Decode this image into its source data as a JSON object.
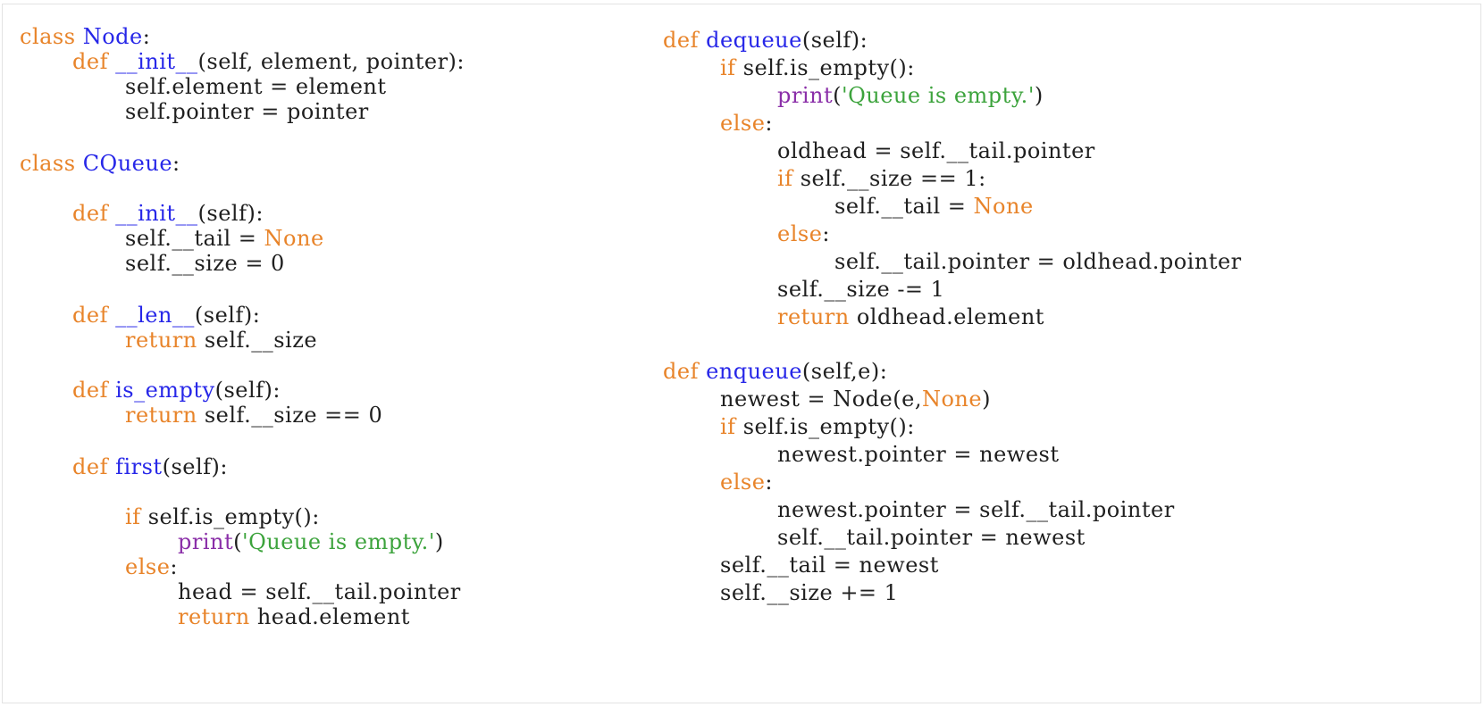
{
  "colors": {
    "keyword": "#e8842a",
    "function": "#2727e8",
    "builtin": "#8a2ea8",
    "string": "#3ca33c",
    "text": "#1f1f1f"
  },
  "left_column": [
    {
      "x": 0,
      "y": 0,
      "tokens": [
        [
          "class ",
          "kw"
        ],
        [
          "Node",
          "fn"
        ],
        [
          ":",
          "tx"
        ]
      ]
    },
    {
      "x": 1,
      "y": 0,
      "tokens": [
        [
          "def ",
          "kw"
        ],
        [
          "__init__",
          "fn"
        ],
        [
          "(self, element, pointer):",
          "tx"
        ]
      ]
    },
    {
      "x": 2,
      "y": 0,
      "tokens": [
        [
          "self.element = element",
          "tx"
        ]
      ]
    },
    {
      "x": 2,
      "y": 0,
      "tokens": [
        [
          "self.pointer = pointer",
          "tx"
        ]
      ]
    },
    {
      "x": 0,
      "y": 0,
      "tokens": [
        [
          "class ",
          "kw"
        ],
        [
          "CQueue",
          "fn"
        ],
        [
          ":",
          "tx"
        ]
      ]
    },
    {
      "x": 1,
      "y": 0,
      "tokens": [
        [
          "def ",
          "kw"
        ],
        [
          "__init__",
          "fn"
        ],
        [
          "(self):",
          "tx"
        ]
      ]
    },
    {
      "x": 2,
      "y": 0,
      "tokens": [
        [
          "self.__tail = ",
          "tx"
        ],
        [
          "None",
          "kw"
        ]
      ]
    },
    {
      "x": 2,
      "y": 0,
      "tokens": [
        [
          "self.__size = 0",
          "tx"
        ]
      ]
    },
    {
      "x": 1,
      "y": 0,
      "tokens": [
        [
          "def ",
          "kw"
        ],
        [
          "__len__",
          "fn"
        ],
        [
          "(self):",
          "tx"
        ]
      ]
    },
    {
      "x": 2,
      "y": 0,
      "tokens": [
        [
          "return ",
          "kw"
        ],
        [
          "self.__size",
          "tx"
        ]
      ]
    },
    {
      "x": 1,
      "y": 0,
      "tokens": [
        [
          "def ",
          "kw"
        ],
        [
          "is_empty",
          "fn"
        ],
        [
          "(self):",
          "tx"
        ]
      ]
    },
    {
      "x": 2,
      "y": 0,
      "tokens": [
        [
          "return ",
          "kw"
        ],
        [
          "self.__size == 0",
          "tx"
        ]
      ]
    },
    {
      "x": 1,
      "y": 0,
      "tokens": [
        [
          "def ",
          "kw"
        ],
        [
          "first",
          "fn"
        ],
        [
          "(self):",
          "tx"
        ]
      ]
    },
    {
      "x": 2,
      "y": 0,
      "tokens": [
        [
          "if ",
          "kw"
        ],
        [
          "self.is_empty():",
          "tx"
        ]
      ]
    },
    {
      "x": 3,
      "y": 0,
      "tokens": [
        [
          "print",
          "bi"
        ],
        [
          "(",
          "tx"
        ],
        [
          "'Queue is empty.'",
          "st"
        ],
        [
          ")",
          "tx"
        ]
      ]
    },
    {
      "x": 2,
      "y": 0,
      "tokens": [
        [
          "else",
          "kw"
        ],
        [
          ":",
          "tx"
        ]
      ]
    },
    {
      "x": 3,
      "y": 0,
      "tokens": [
        [
          "head = self.__tail.pointer",
          "tx"
        ]
      ]
    },
    {
      "x": 3,
      "y": 0,
      "tokens": [
        [
          "return ",
          "kw"
        ],
        [
          "head.element",
          "tx"
        ]
      ]
    }
  ],
  "right_column": [
    {
      "x": 0,
      "y": 0,
      "tokens": [
        [
          "def ",
          "kw"
        ],
        [
          "dequeue",
          "fn"
        ],
        [
          "(self):",
          "tx"
        ]
      ]
    },
    {
      "x": 1,
      "y": 0,
      "tokens": [
        [
          "if ",
          "kw"
        ],
        [
          "self.is_empty():",
          "tx"
        ]
      ]
    },
    {
      "x": 2,
      "y": 0,
      "tokens": [
        [
          "print",
          "bi"
        ],
        [
          "(",
          "tx"
        ],
        [
          "'Queue is empty.'",
          "st"
        ],
        [
          ")",
          "tx"
        ]
      ]
    },
    {
      "x": 1,
      "y": 0,
      "tokens": [
        [
          "else",
          "kw"
        ],
        [
          ":",
          "tx"
        ]
      ]
    },
    {
      "x": 2,
      "y": 0,
      "tokens": [
        [
          "oldhead = self.__tail.pointer",
          "tx"
        ]
      ]
    },
    {
      "x": 2,
      "y": 0,
      "tokens": [
        [
          "if ",
          "kw"
        ],
        [
          "self.__size == 1:",
          "tx"
        ]
      ]
    },
    {
      "x": 3,
      "y": 0,
      "tokens": [
        [
          "self.__tail = ",
          "tx"
        ],
        [
          "None",
          "kw"
        ]
      ]
    },
    {
      "x": 2,
      "y": 0,
      "tokens": [
        [
          "else",
          "kw"
        ],
        [
          ":",
          "tx"
        ]
      ]
    },
    {
      "x": 3,
      "y": 0,
      "tokens": [
        [
          "self.__tail.pointer = oldhead.pointer",
          "tx"
        ]
      ]
    },
    {
      "x": 2,
      "y": 0,
      "tokens": [
        [
          "self.__size -= 1",
          "tx"
        ]
      ]
    },
    {
      "x": 2,
      "y": 0,
      "tokens": [
        [
          "return ",
          "kw"
        ],
        [
          "oldhead.element",
          "tx"
        ]
      ]
    },
    {
      "x": 0,
      "y": 0,
      "tokens": [
        [
          "def ",
          "kw"
        ],
        [
          "enqueue",
          "fn"
        ],
        [
          "(self,e):",
          "tx"
        ]
      ]
    },
    {
      "x": 1,
      "y": 0,
      "tokens": [
        [
          "newest = Node(e,",
          "tx"
        ],
        [
          "None",
          "kw"
        ],
        [
          ")",
          "tx"
        ]
      ]
    },
    {
      "x": 1,
      "y": 0,
      "tokens": [
        [
          "if ",
          "kw"
        ],
        [
          "self.is_empty():",
          "tx"
        ]
      ]
    },
    {
      "x": 2,
      "y": 0,
      "tokens": [
        [
          "newest.pointer = newest",
          "tx"
        ]
      ]
    },
    {
      "x": 1,
      "y": 0,
      "tokens": [
        [
          "else",
          "kw"
        ],
        [
          ":",
          "tx"
        ]
      ]
    },
    {
      "x": 2,
      "y": 0,
      "tokens": [
        [
          "newest.pointer = self.__tail.pointer",
          "tx"
        ]
      ]
    },
    {
      "x": 2,
      "y": 0,
      "tokens": [
        [
          "self.__tail.pointer = newest",
          "tx"
        ]
      ]
    },
    {
      "x": 1,
      "y": 0,
      "tokens": [
        [
          "self.__tail = newest",
          "tx"
        ]
      ]
    },
    {
      "x": 1,
      "y": 0,
      "tokens": [
        [
          "self.__size += 1",
          "tx"
        ]
      ]
    }
  ]
}
